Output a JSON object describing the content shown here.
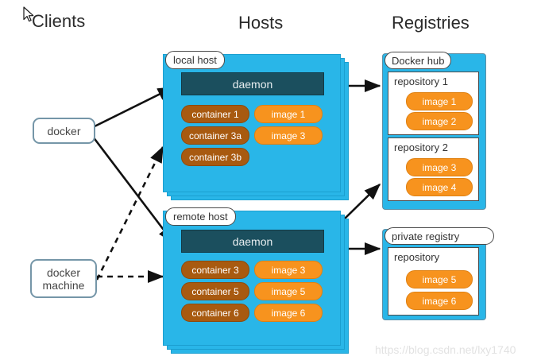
{
  "titles": {
    "clients": "Clients",
    "hosts": "Hosts",
    "registries": "Registries"
  },
  "clients": [
    {
      "name": "docker",
      "label": "docker"
    },
    {
      "name": "docker-machine",
      "label": "docker machine"
    }
  ],
  "hosts": [
    {
      "id": "local-host",
      "tab_label": "local host",
      "daemon_label": "daemon",
      "containers": [
        "container 1",
        "container 3a",
        "container 3b"
      ],
      "images": [
        "image 1",
        "image 3"
      ]
    },
    {
      "id": "remote-host",
      "tab_label": "remote host",
      "daemon_label": "daemon",
      "containers": [
        "container 3",
        "container 5",
        "container 6"
      ],
      "images": [
        "image 3",
        "image 5",
        "image 6"
      ]
    }
  ],
  "registries": [
    {
      "id": "docker-hub",
      "tab_label": "Docker hub",
      "repositories": [
        {
          "label": "repository 1",
          "images": [
            "image 1",
            "image 2"
          ]
        },
        {
          "label": "repository 2",
          "images": [
            "image 3",
            "image 4"
          ]
        }
      ]
    },
    {
      "id": "private-registry",
      "tab_label": "private registry",
      "repositories": [
        {
          "label": "repository",
          "images": [
            "image 5",
            "image 6"
          ]
        }
      ]
    }
  ],
  "watermark": "https://blog.csdn.net/lxy1740",
  "colors": {
    "host_cyan": "#29b6e8",
    "daemon_dark": "#1b4f5e",
    "container_brown": "#a85a10",
    "image_orange": "#f7931e",
    "client_border": "#7596a8",
    "edge_black": "#111111"
  },
  "edges": [
    {
      "name": "docker-to-local-daemon",
      "style": "solid"
    },
    {
      "name": "docker-to-remote-daemon",
      "style": "solid"
    },
    {
      "name": "machine-to-local-host",
      "style": "dashed"
    },
    {
      "name": "machine-to-remote-host",
      "style": "dashed"
    },
    {
      "name": "local-daemon-to-repository-1",
      "style": "solid"
    },
    {
      "name": "remote-daemon-to-repository-2",
      "style": "solid"
    },
    {
      "name": "remote-daemon-to-private-registry",
      "style": "solid"
    }
  ]
}
